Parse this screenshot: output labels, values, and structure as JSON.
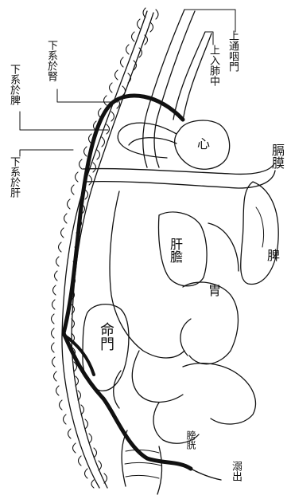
{
  "labels": {
    "up_throat": "上通咽門",
    "up_lung": "上入肺中",
    "down_kidney": "下系於腎",
    "down_spleen": "下系於脾",
    "down_liver": "下系於肝",
    "heart": "心",
    "diaphragm": "膈膜",
    "spleen": "脾",
    "liver_gall": "肝膽",
    "stomach": "胃",
    "mingmen": "命門",
    "bladder": "膀胱",
    "outlet": "溺出"
  },
  "colors": {
    "ink": "#111111",
    "paper": "#ffffff"
  }
}
